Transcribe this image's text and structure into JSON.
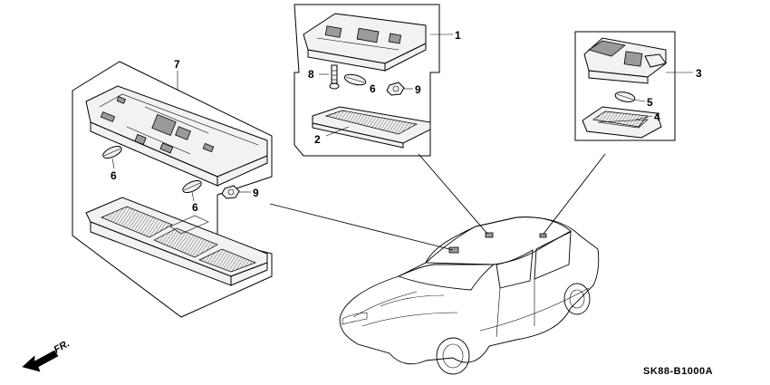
{
  "diagram": {
    "diagram_code": "SK88-B1000A",
    "front_indicator": "FR.",
    "callouts": {
      "p1": "1",
      "p2": "2",
      "p3": "3",
      "p4": "4",
      "p5": "5",
      "p6_left_top": "6",
      "p6_left_bottom": "6",
      "p6_center": "6",
      "p7": "7",
      "p8": "8",
      "p9_left": "9",
      "p9_center": "9"
    }
  }
}
